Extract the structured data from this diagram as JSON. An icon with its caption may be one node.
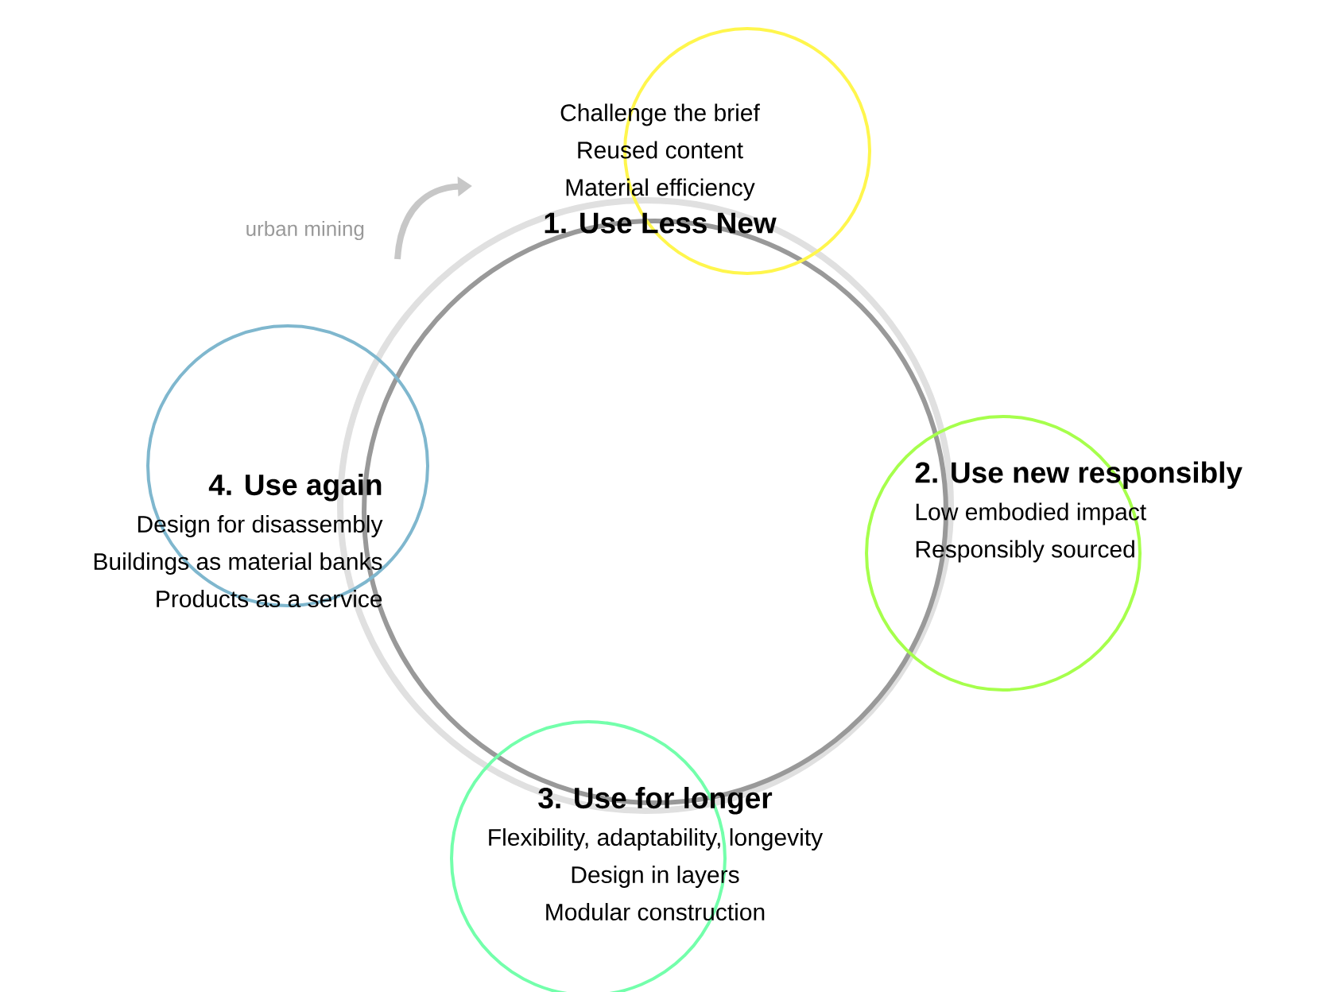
{
  "diagram": {
    "nodes": [
      {
        "text": [
          "Challenge the brief",
          "Reused content",
          "Material efficiency",
          "1. Use Less New"
        ]
      },
      {
        "text": [
          "2. Use new responsibly",
          "Low embodied impact",
          "Responsibly sourced"
        ]
      },
      {
        "text": [
          "4. Use again",
          "Design for disassembly",
          "Buildings as material banks",
          "Products as a service"
        ]
      },
      {
        "text": [
          "3. Use for longer",
          "Flexibility, adaptability, longevity",
          "Design in layers",
          "Modular construction"
        ]
      },
      {
        "text": [],
        "shape": "circle"
      },
      {
        "text": [],
        "shape": "circle"
      },
      {
        "text": [],
        "shape": "circle"
      },
      {
        "text": [],
        "shape": "circle"
      }
    ],
    "labels": [
      "urban mining"
    ]
  }
}
